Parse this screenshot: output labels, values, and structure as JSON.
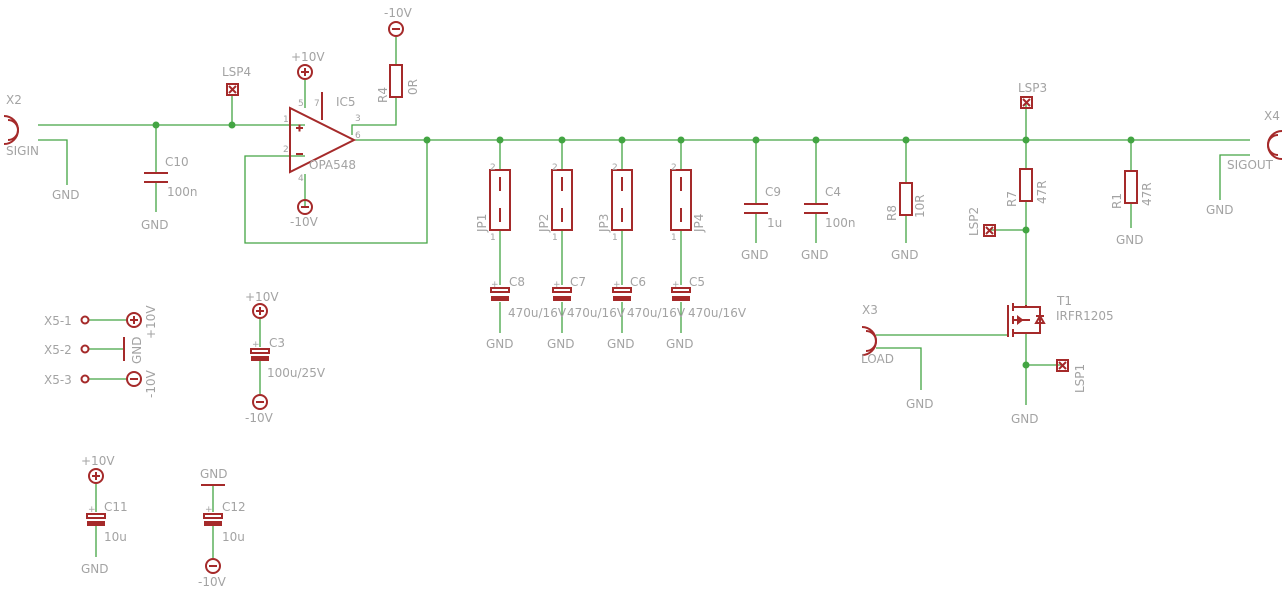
{
  "labels": {
    "X2": "X2",
    "SIGIN": "SIGIN",
    "LSP4": "LSP4",
    "C10": "C10",
    "C10_val": "100n",
    "IC5": "IC5",
    "OPA548": "OPA548",
    "R4": "R4",
    "R4_val": "0R",
    "X4": "X4",
    "SIGOUT": "SIGOUT",
    "LSP3": "LSP3",
    "JP1": "JP1",
    "JP2": "JP2",
    "JP3": "JP3",
    "JP4": "JP4",
    "C8": "C8",
    "C7": "C7",
    "C6": "C6",
    "C5": "C5",
    "C8_val": "470u/16V",
    "C7_val": "470u/16V",
    "C6_val": "470u/16V",
    "C5_val": "470u/16V",
    "C9": "C9",
    "C9_val": "1u",
    "C4": "C4",
    "C4_val": "100n",
    "R8": "R8",
    "R8_val": "10R",
    "R7": "R7",
    "R7_val": "47R",
    "R1": "R1",
    "R1_val": "47R",
    "LSP2": "LSP2",
    "LSP1": "LSP1",
    "X3": "X3",
    "LOAD": "LOAD",
    "T1": "T1",
    "T1_val": "IRFR1205",
    "C3": "C3",
    "C3_val": "100u/25V",
    "C11": "C11",
    "C11_val": "10u",
    "C12": "C12",
    "C12_val": "10u",
    "X5_1": "X5-1",
    "X5_2": "X5-2",
    "X5_3": "X5-3",
    "GND": "GND",
    "P10V": "+10V",
    "N10V": "-10V"
  },
  "pins": {
    "plus": "+",
    "minus": "-",
    "one": "1",
    "two": "2",
    "three": "3",
    "four": "4",
    "five": "5",
    "six": "6",
    "seven": "7"
  },
  "colors": {
    "wire": "#43a543",
    "part": "#a52a2a",
    "text": "#a3a3a3",
    "background": "#ffffff"
  }
}
